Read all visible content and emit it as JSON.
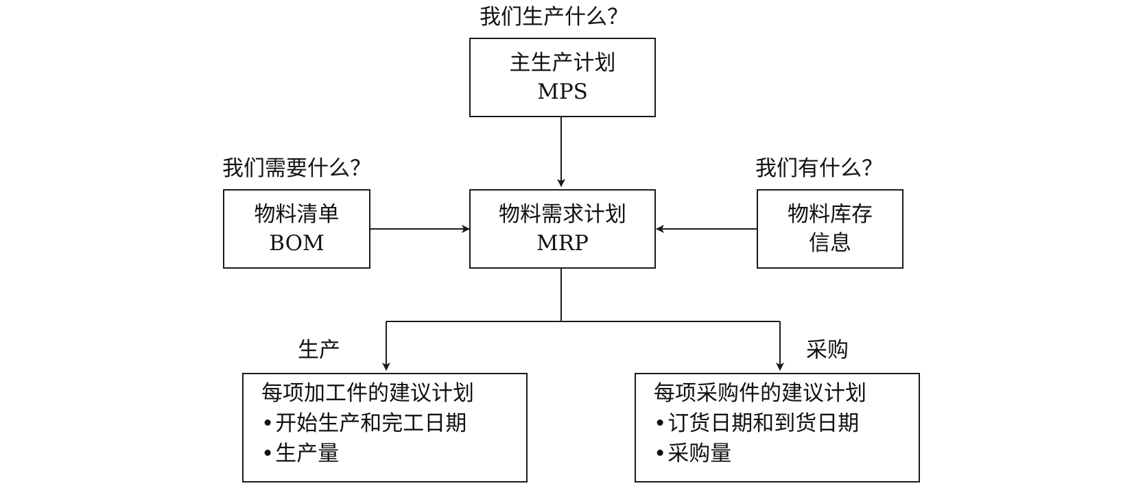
{
  "captions": {
    "what_produce": "我们生产什么？",
    "what_need": "我们需要什么？",
    "what_have": "我们有什么？",
    "produce": "生产",
    "purchase": "采购"
  },
  "boxes": {
    "mps": {
      "line1": "主生产计划",
      "line2": "MPS"
    },
    "bom": {
      "line1": "物料清单",
      "line2": "BOM"
    },
    "mrp": {
      "line1": "物料需求计划",
      "line2": "MRP"
    },
    "inventory": {
      "line1": "物料库存",
      "line2": "信息"
    },
    "production_plan": {
      "title": "每项加工件的建议计划",
      "items": [
        "开始生产和完工日期",
        "生产量"
      ]
    },
    "purchase_plan": {
      "title": "每项采购件的建议计划",
      "items": [
        "订货日期和到货日期",
        "采购量"
      ]
    }
  },
  "bullet": "•",
  "colors": {
    "line": "#1a1a1a",
    "text": "#111111",
    "background": "#ffffff"
  }
}
